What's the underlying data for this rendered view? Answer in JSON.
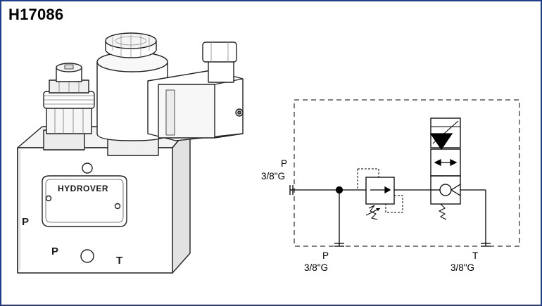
{
  "product_code": "H17086",
  "drawing": {
    "nameplate": "HYDROVER",
    "side_port_label": "P",
    "front_port_p_label": "P",
    "front_port_t_label": "T"
  },
  "schematic": {
    "inlet_label": "P",
    "inlet_size": "3/8\"G",
    "port_p_label": "P",
    "port_p_size": "3/8\"G",
    "port_t_label": "T",
    "port_t_size": "3/8\"G"
  },
  "colors": {
    "frame_border": "#1f3f8c",
    "line": "#000000"
  }
}
